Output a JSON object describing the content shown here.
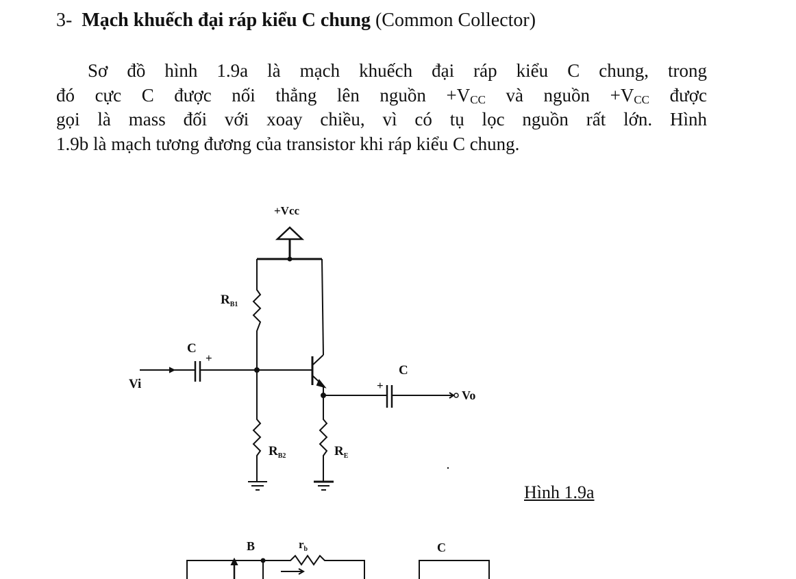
{
  "heading": {
    "number": "3-",
    "title_bold": "Mạch khuếch đại ráp kiểu C chung",
    "title_paren": "(Common Collector)"
  },
  "paragraph": {
    "line1": "Sơ đồ hình 1.9a là mạch khuếch đại ráp kiểu C chung, trong",
    "line2a": "đó cực C được nối thẳng lên nguồn +V",
    "line2_sub1": "CC",
    "line2b": " và nguồn +V",
    "line2_sub2": "CC",
    "line2c": " được",
    "line3": "gọi là mass đối với xoay chiều, vì có tụ lọc nguồn rất lớn. Hình",
    "line4": "1.9b là mạch tương đương của transistor khi ráp kiểu C chung."
  },
  "figure_a": {
    "vcc_label": "+Vcc",
    "rb1_label": "R",
    "rb1_sub": "B1",
    "rb2_label": "R",
    "rb2_sub": "B2",
    "re_label": "R",
    "re_sub": "E",
    "cap_in_label": "C",
    "cap_out_label": "C",
    "plus": "+",
    "vi_label": "Vi",
    "vo_label": "Vo",
    "caption": "Hình 1.9a"
  },
  "figure_b": {
    "b_label": "B",
    "rb_label": "r",
    "rb_sub": "b",
    "c_label": "C"
  }
}
